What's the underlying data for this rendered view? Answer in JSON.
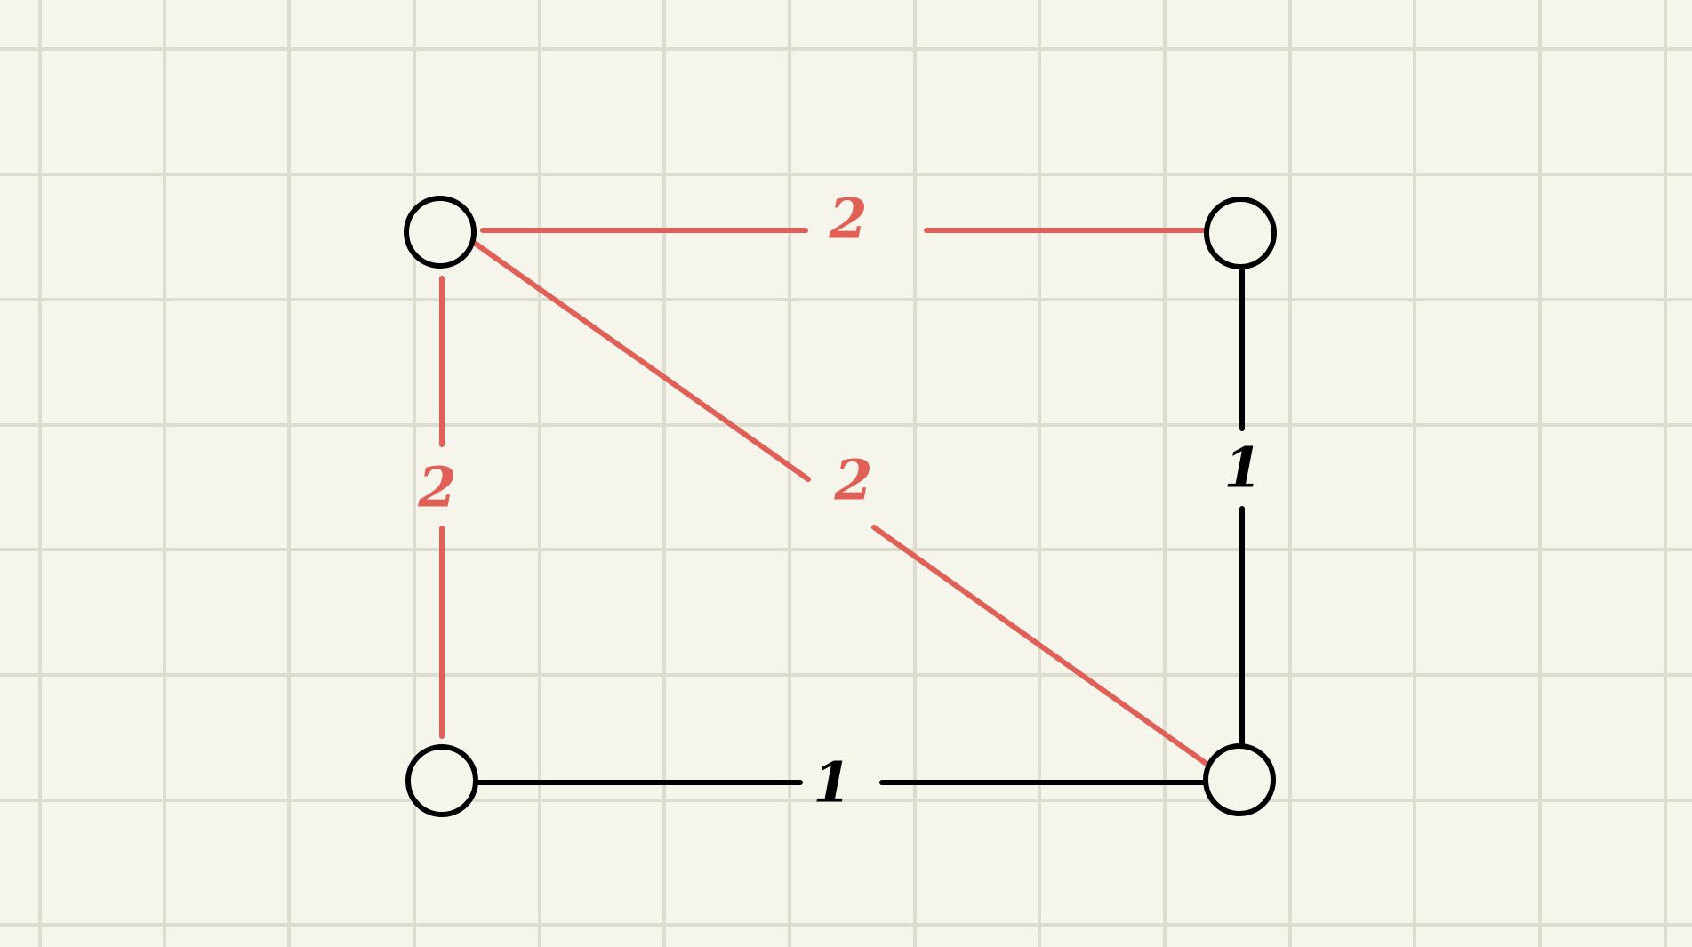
{
  "colors": {
    "background": "#f6f5eb",
    "grid": "#dcdccf",
    "node_stroke": "#000000",
    "node_fill": "#f6f5eb",
    "highlight_edge": "#e05f57",
    "normal_edge": "#000000"
  },
  "graph": {
    "edges": [
      {
        "id": "edge-top",
        "label": "2",
        "highlighted": true
      },
      {
        "id": "edge-left",
        "label": "2",
        "highlighted": true
      },
      {
        "id": "edge-diagonal",
        "label": "2",
        "highlighted": true
      },
      {
        "id": "edge-right",
        "label": "1",
        "highlighted": false
      },
      {
        "id": "edge-bottom",
        "label": "1",
        "highlighted": false
      }
    ]
  }
}
